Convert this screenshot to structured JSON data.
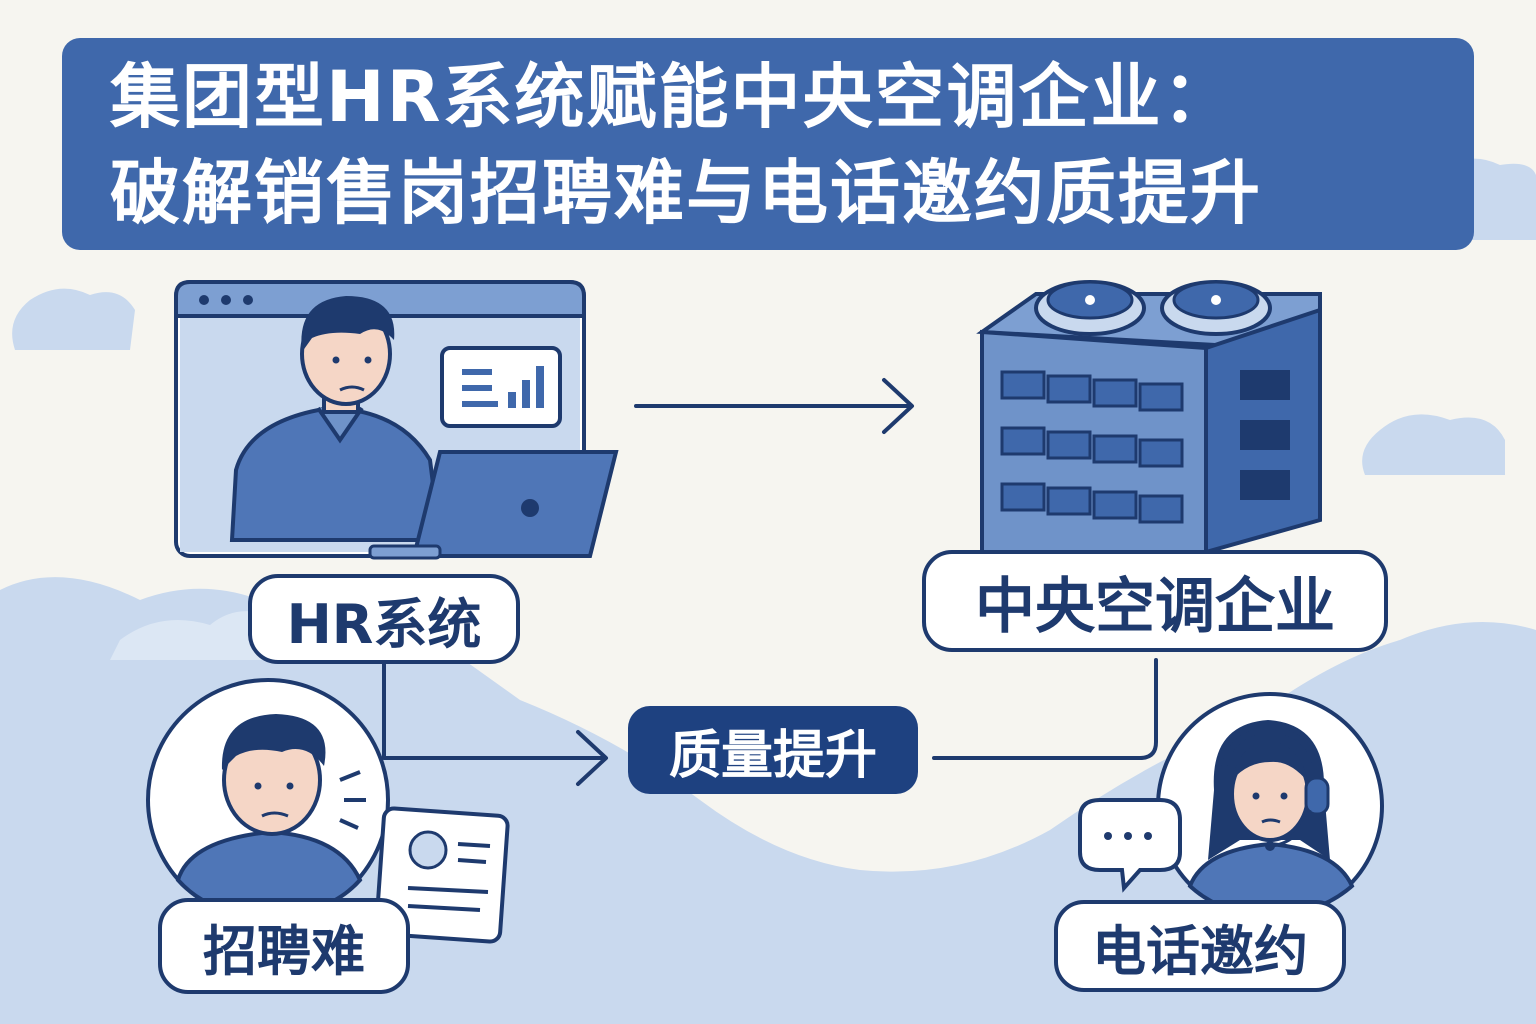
{
  "title": {
    "line1": "集团型HR系统赋能中央空调企业：",
    "line2": "破解销售岗招聘难与电话邀约质提升"
  },
  "nodes": {
    "hr_system": "HR系统",
    "company": "中央空调企业",
    "recruitment": "招聘难",
    "phone_invite": "电话邀约",
    "quality": "质量提升"
  },
  "colors": {
    "primary": "#3f68ab",
    "dark": "#1e3a6e",
    "light": "#c9d9ee",
    "background": "#f6f5f0"
  },
  "icons": [
    "browser-window-icon",
    "chart-icon",
    "laptop-icon",
    "building-icon",
    "fan-icon",
    "resume-icon",
    "headset-icon",
    "speech-bubble-icon"
  ]
}
